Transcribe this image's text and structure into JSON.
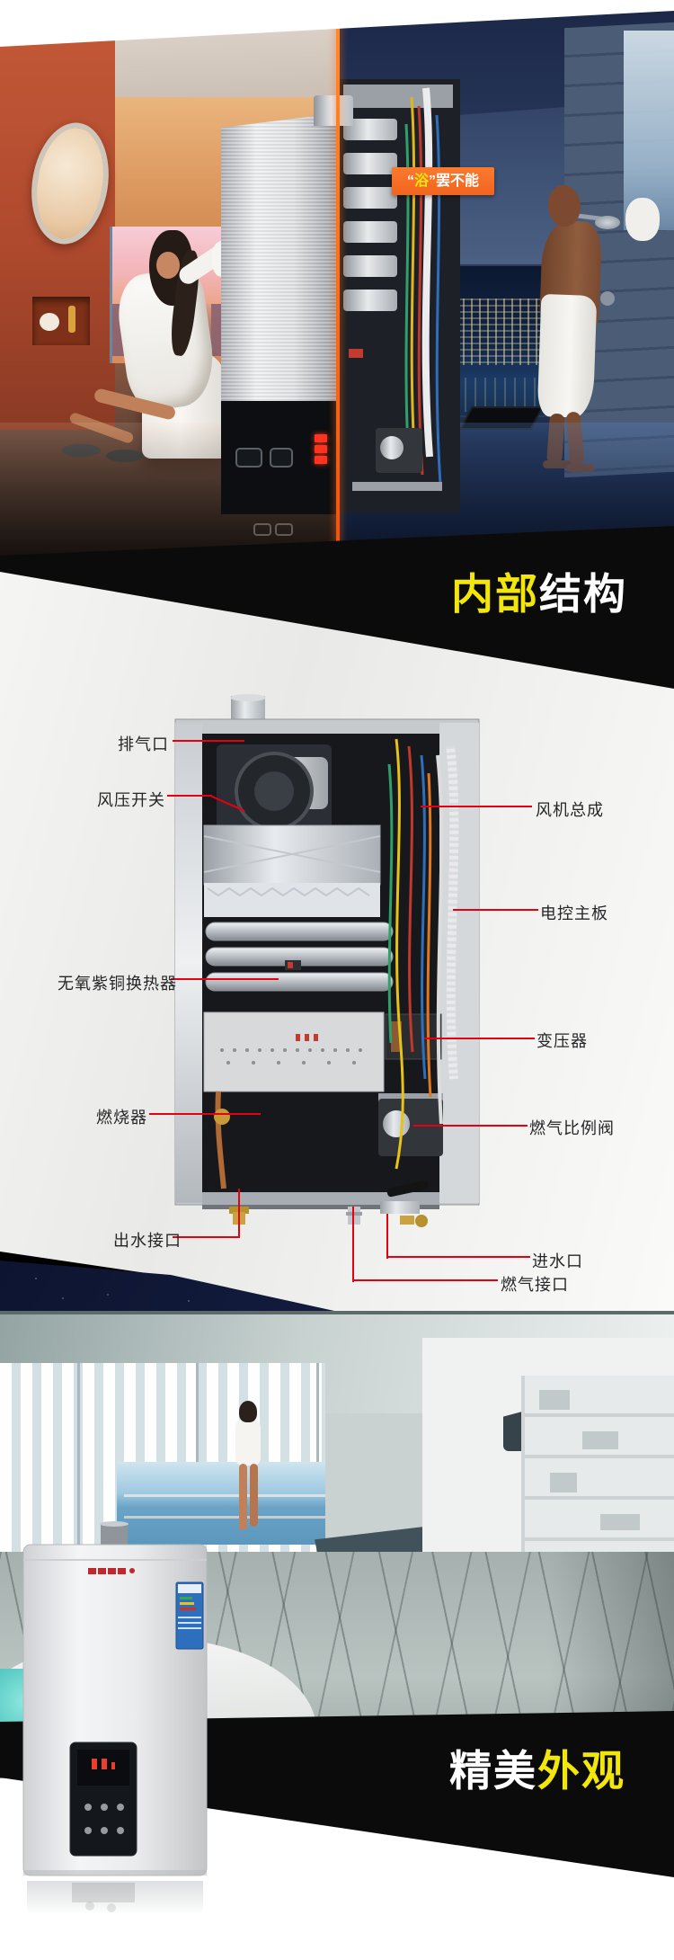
{
  "colors": {
    "accent_red": "#e60012",
    "highlight_yellow": "#f2e60a",
    "badge_orange": "#f3641e",
    "band_black": "#0b0b0b",
    "page_bg": "#ffffff"
  },
  "hero": {
    "badge": {
      "open_quote": "“",
      "highlight": "浴",
      "close_quote": "”",
      "text": "罢不能"
    }
  },
  "internal_structure": {
    "heading": {
      "highlight": "内部",
      "rest": "结构"
    },
    "labels_left": [
      {
        "id": "exhaust-port",
        "text": "排气口"
      },
      {
        "id": "wind-pressure-switch",
        "text": "风压开关"
      },
      {
        "id": "heat-exchanger",
        "text": "无氧紫铜换热器"
      },
      {
        "id": "burner",
        "text": "燃烧器"
      },
      {
        "id": "water-outlet",
        "text": "出水接口"
      }
    ],
    "labels_right": [
      {
        "id": "fan-assembly",
        "text": "风机总成"
      },
      {
        "id": "control-board",
        "text": "电控主板"
      },
      {
        "id": "transformer",
        "text": "变压器"
      },
      {
        "id": "gas-proportional-valve",
        "text": "燃气比例阀"
      },
      {
        "id": "water-inlet",
        "text": "进水口"
      },
      {
        "id": "gas-connection",
        "text": "燃气接口"
      }
    ]
  },
  "appearance": {
    "heading": {
      "lead": "精美",
      "highlight": "外观"
    }
  }
}
